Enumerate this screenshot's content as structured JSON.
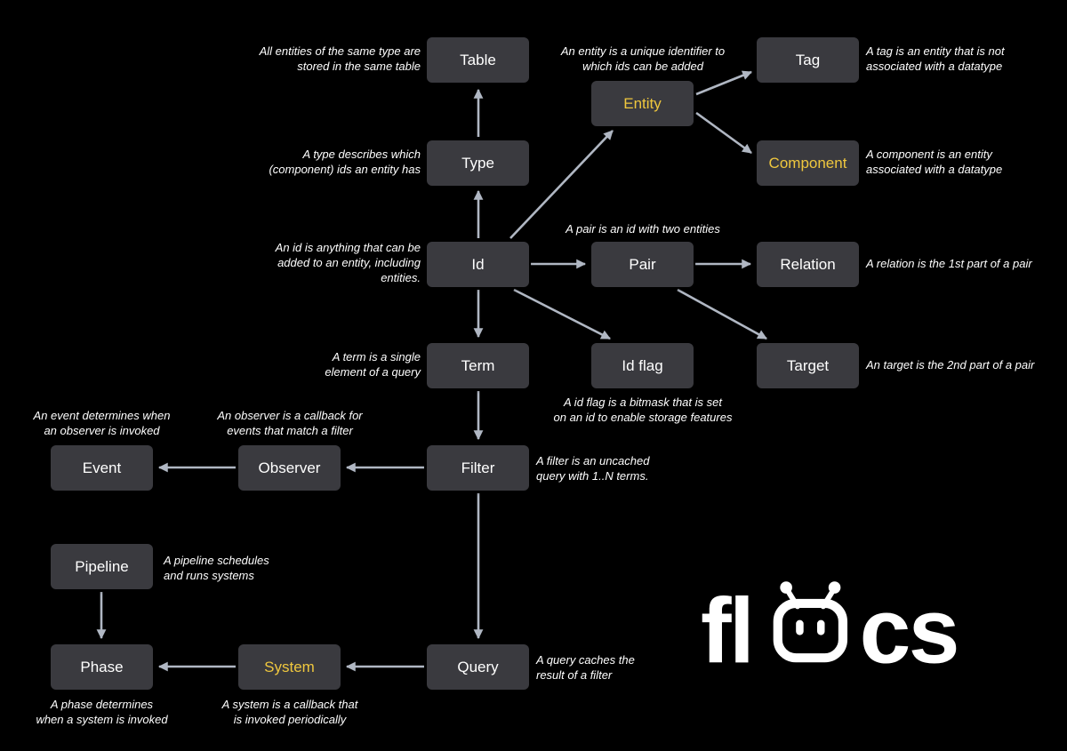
{
  "colors": {
    "background": "#000000",
    "node_bg": "#3a3a3f",
    "node_text": "#ffffff",
    "accent": "#efc73e",
    "arrow": "#b0b7c3",
    "annotation": "#ffffff",
    "logo": "#ffffff"
  },
  "nodes": {
    "table": {
      "label": "Table"
    },
    "entity": {
      "label": "Entity"
    },
    "tag": {
      "label": "Tag"
    },
    "component": {
      "label": "Component"
    },
    "type": {
      "label": "Type"
    },
    "id": {
      "label": "Id"
    },
    "pair": {
      "label": "Pair"
    },
    "relation": {
      "label": "Relation"
    },
    "term": {
      "label": "Term"
    },
    "id_flag": {
      "label": "Id flag"
    },
    "target": {
      "label": "Target"
    },
    "filter": {
      "label": "Filter"
    },
    "observer": {
      "label": "Observer"
    },
    "event": {
      "label": "Event"
    },
    "pipeline": {
      "label": "Pipeline"
    },
    "phase": {
      "label": "Phase"
    },
    "system": {
      "label": "System"
    },
    "query": {
      "label": "Query"
    }
  },
  "notes": {
    "table": "All entities of the same type are\nstored in the same table",
    "entity": "An entity is a unique identifier to\nwhich ids can be added",
    "tag": "A tag is an entity that is not\nassociated with a datatype",
    "component": "A component is an entity\nassociated with a datatype",
    "type": "A type describes which\n(component) ids an entity has",
    "id": "An id is anything that can be\nadded to an entity, including\nentities.",
    "pair": "A pair is an id with two entities",
    "relation": "A relation is the 1st part of a pair",
    "term": "A term is  a single\nelement of a query",
    "id_flag": "A id flag is a bitmask that is set\non an id to enable storage features",
    "target": "An target is the 2nd part of a pair",
    "filter": "A filter is an uncached\nquery with 1..N terms.",
    "observer": "An observer is a callback for\nevents that match a filter",
    "event": "An event determines when\nan observer is invoked",
    "pipeline": "A pipeline schedules\nand runs systems",
    "phase": "A phase determines\nwhen a system is invoked",
    "system": "A system is a callback that\nis invoked periodically",
    "query": "A query caches the\nresult of a filter"
  },
  "edges": [
    {
      "from": "Type",
      "to": "Table"
    },
    {
      "from": "Id",
      "to": "Type"
    },
    {
      "from": "Id",
      "to": "Entity"
    },
    {
      "from": "Id",
      "to": "Pair"
    },
    {
      "from": "Id",
      "to": "Id flag"
    },
    {
      "from": "Id",
      "to": "Term"
    },
    {
      "from": "Entity",
      "to": "Tag"
    },
    {
      "from": "Entity",
      "to": "Component"
    },
    {
      "from": "Pair",
      "to": "Relation"
    },
    {
      "from": "Pair",
      "to": "Target"
    },
    {
      "from": "Term",
      "to": "Filter"
    },
    {
      "from": "Filter",
      "to": "Observer"
    },
    {
      "from": "Observer",
      "to": "Event"
    },
    {
      "from": "Filter",
      "to": "Query"
    },
    {
      "from": "Query",
      "to": "System"
    },
    {
      "from": "System",
      "to": "Phase"
    },
    {
      "from": "Pipeline",
      "to": "Phase"
    }
  ],
  "logo": {
    "word": "flecs",
    "part1": "fl",
    "part2": "cs"
  }
}
